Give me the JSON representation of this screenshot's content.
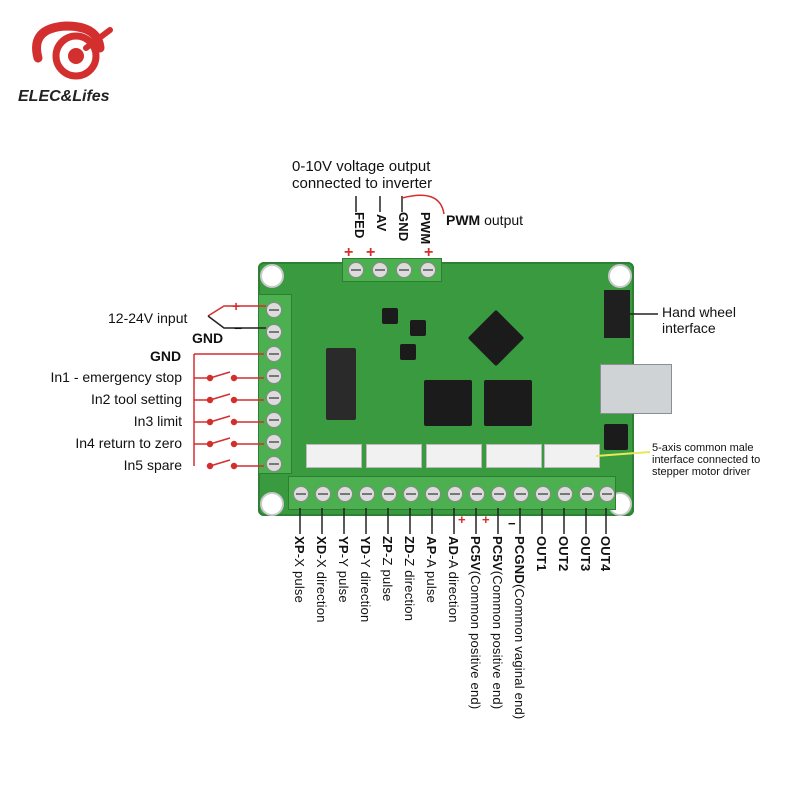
{
  "brand": {
    "name": "ELEC&Lifes",
    "accent": "#d32f2f"
  },
  "top": {
    "voltage_line1": "0-10V voltage output",
    "voltage_line2": "connected to inverter",
    "pins": [
      "FED",
      "AV",
      "GND",
      "PWM"
    ],
    "pwm_output": "output"
  },
  "left": {
    "power_input": "12-24V input",
    "gnd_power": "GND",
    "gnd": "GND",
    "inputs": [
      "In1 - emergency stop",
      "In2 tool setting",
      "In3 limit",
      "In4 return to zero",
      "In5 spare"
    ]
  },
  "right": {
    "handwheel_line1": "Hand wheel",
    "handwheel_line2": "interface",
    "axis_line1": "5-axis common male",
    "axis_line2": "interface connected to",
    "axis_line3": "stepper motor driver"
  },
  "bottom": [
    {
      "code": "XP",
      "desc": "-X pulse"
    },
    {
      "code": "XD",
      "desc": "-X direction"
    },
    {
      "code": "YP",
      "desc": "-Y pulse"
    },
    {
      "code": "YD",
      "desc": "-Y direction"
    },
    {
      "code": "ZP",
      "desc": "-Z pulse"
    },
    {
      "code": "ZD",
      "desc": "-Z direction"
    },
    {
      "code": "AP",
      "desc": "-A pulse"
    },
    {
      "code": "AD",
      "desc": "-A direction"
    },
    {
      "code": "PC5V",
      "desc": "(Common positive end)"
    },
    {
      "code": "PC5V",
      "desc": "(Common positive end)"
    },
    {
      "code": "PCGND",
      "desc": "(Common vaginal end)"
    },
    {
      "code": "OUT1",
      "desc": ""
    },
    {
      "code": "OUT2",
      "desc": ""
    },
    {
      "code": "OUT3",
      "desc": ""
    },
    {
      "code": "OUT4",
      "desc": ""
    }
  ]
}
